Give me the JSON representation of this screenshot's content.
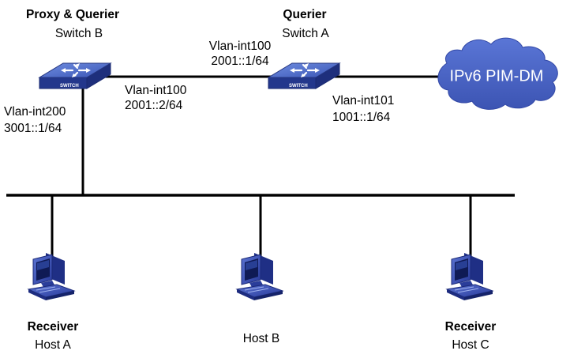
{
  "switch_b": {
    "role": "Proxy & Querier",
    "name": "Switch B",
    "badge": "SWITCH"
  },
  "switch_a": {
    "role": "Querier",
    "name": "Switch A",
    "badge": "SWITCH"
  },
  "cloud": {
    "label": "IPv6 PIM-DM"
  },
  "links": {
    "b_vlan100": {
      "iface": "Vlan-int100",
      "addr": "2001::2/64"
    },
    "a_vlan100": {
      "iface": "Vlan-int100",
      "addr": "2001::1/64"
    },
    "a_vlan101": {
      "iface": "Vlan-int101",
      "addr": "1001::1/64"
    },
    "b_vlan200": {
      "iface": "Vlan-int200",
      "addr": "3001::1/64"
    }
  },
  "hosts": [
    {
      "role": "Receiver",
      "name": "Host A"
    },
    {
      "role": "",
      "name": "Host B"
    },
    {
      "role": "Receiver",
      "name": "Host C"
    }
  ],
  "colors": {
    "switch_top": "#4f6fc9",
    "switch_side": "#2a3f8f",
    "cloud": "#4a64c4",
    "line": "#000000"
  }
}
